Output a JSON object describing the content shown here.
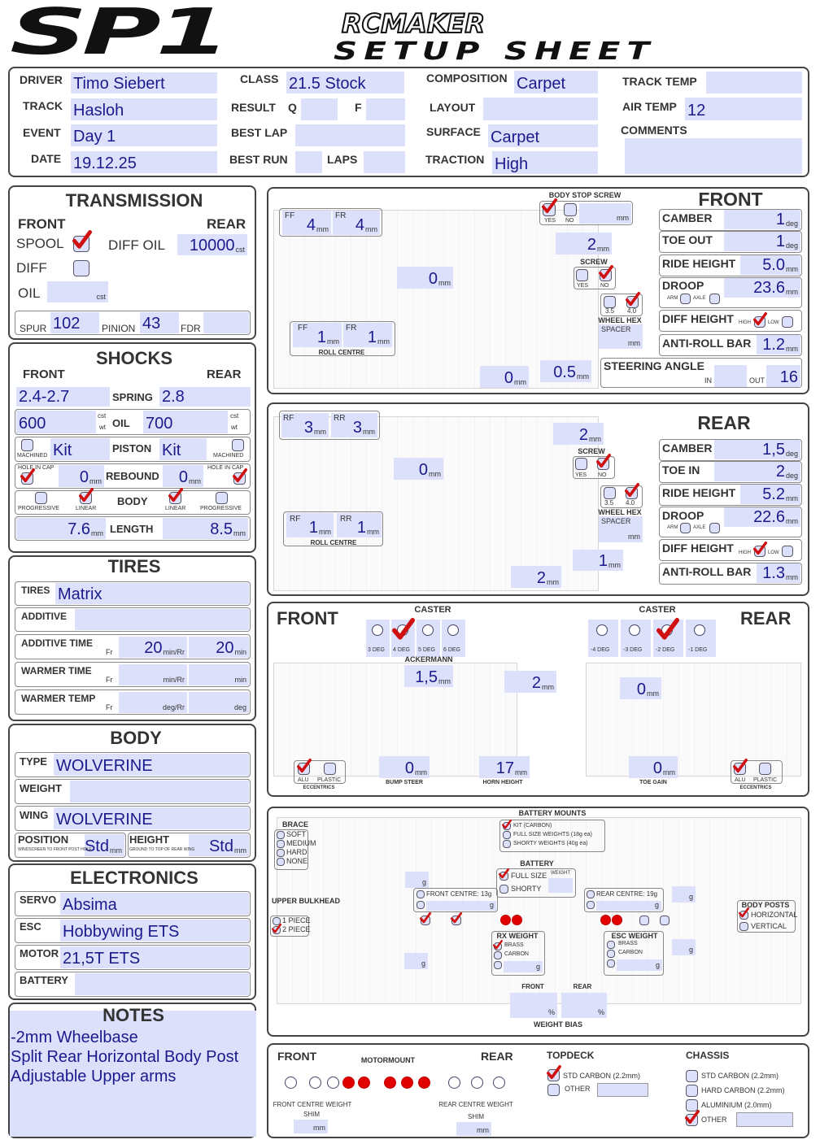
{
  "header": {
    "logo": "SP1",
    "brand": "RCMAKER",
    "title": "SETUP SHEET"
  },
  "units": {
    "mm": "mm",
    "deg": "deg",
    "cst": "cst",
    "wt": "wt",
    "g": "g",
    "pct": "%",
    "min": "min",
    "min_rr": "min/Rr",
    "deg_rr": "deg/Rr",
    "fr": "Fr",
    "in": "IN",
    "out": "OUT"
  },
  "info": {
    "driver": {
      "label": "DRIVER",
      "value": "Timo Siebert"
    },
    "track": {
      "label": "TRACK",
      "value": "Hasloh"
    },
    "event": {
      "label": "EVENT",
      "value": "Day 1"
    },
    "date": {
      "label": "DATE",
      "value": "19.12.25"
    },
    "class": {
      "label": "CLASS",
      "value": "21.5 Stock"
    },
    "result": {
      "label": "RESULT",
      "q_label": "Q",
      "q": "",
      "f_label": "F",
      "f": ""
    },
    "best_lap": {
      "label": "BEST LAP",
      "value": ""
    },
    "best_run": {
      "label": "BEST RUN",
      "value": ""
    },
    "laps": {
      "label": "LAPS",
      "value": ""
    },
    "composition": {
      "label": "COMPOSITION",
      "value": "Carpet"
    },
    "layout": {
      "label": "LAYOUT",
      "value": ""
    },
    "surface": {
      "label": "SURFACE",
      "value": "Carpet"
    },
    "traction": {
      "label": "TRACTION",
      "value": "High"
    },
    "track_temp": {
      "label": "TRACK TEMP",
      "value": ""
    },
    "air_temp": {
      "label": "AIR TEMP",
      "value": "12"
    },
    "comments": {
      "label": "COMMENTS",
      "value": ""
    }
  },
  "transmission": {
    "title": "TRANSMISSION",
    "front": "FRONT",
    "rear": "REAR",
    "spool": {
      "label": "SPOOL",
      "checked": true
    },
    "diff": {
      "label": "DIFF",
      "checked": false
    },
    "oil": {
      "label": "OIL",
      "value": ""
    },
    "diff_oil": {
      "label": "DIFF OIL",
      "value": "10000"
    },
    "spur": {
      "label": "SPUR",
      "value": "102"
    },
    "pinion": {
      "label": "PINION",
      "value": "43"
    },
    "fdr": {
      "label": "FDR",
      "value": ""
    }
  },
  "shocks": {
    "title": "SHOCKS",
    "front": "FRONT",
    "rear": "REAR",
    "spring": {
      "label": "SPRING",
      "front": "2.4-2.7",
      "rear": "2.8"
    },
    "oil": {
      "label": "OIL",
      "front": "600",
      "rear": "700"
    },
    "piston": {
      "label": "PISTON",
      "front": "Kit",
      "rear": "Kit",
      "machined": "MACHINED",
      "front_machined": false,
      "rear_machined": false
    },
    "rebound": {
      "label": "REBOUND",
      "front": "0",
      "rear": "0",
      "hole_in_cap": "HOLE IN CAP",
      "front_hole": true,
      "rear_hole": true
    },
    "body": {
      "label": "BODY",
      "progressive": "PROGRESSIVE",
      "linear": "LINEAR",
      "front_progressive": false,
      "front_linear": true,
      "rear_linear": true,
      "rear_progressive": false
    },
    "length": {
      "label": "LENGTH",
      "front": "7.6",
      "rear": "8.5"
    }
  },
  "tires": {
    "title": "TIRES",
    "tires": {
      "label": "TIRES",
      "value": "Matrix"
    },
    "additive": {
      "label": "ADDITIVE",
      "value": ""
    },
    "additive_time": {
      "label": "ADDITIVE TIME",
      "front": "20",
      "rear": "20"
    },
    "warmer_time": {
      "label": "WARMER TIME",
      "front": "",
      "rear": ""
    },
    "warmer_temp": {
      "label": "WARMER TEMP",
      "front": "",
      "rear": ""
    }
  },
  "body": {
    "title": "BODY",
    "type": {
      "label": "TYPE",
      "value": "WOLVERINE"
    },
    "weight": {
      "label": "WEIGHT",
      "value": ""
    },
    "wing": {
      "label": "WING",
      "value": "WOLVERINE"
    },
    "position": {
      "label": "POSITION",
      "sub": "WINDSCREEN TO FRONT POST HOLE",
      "value": "Std"
    },
    "height": {
      "label": "HEIGHT",
      "sub": "GROUND TO TOP OF REAR WING",
      "value": "Std"
    }
  },
  "electronics": {
    "title": "ELECTRONICS",
    "servo": {
      "label": "SERVO",
      "value": "Absima"
    },
    "esc": {
      "label": "ESC",
      "value": "Hobbywing ETS"
    },
    "motor": {
      "label": "MOTOR",
      "value": "21,5T ETS"
    },
    "battery": {
      "label": "BATTERY",
      "value": ""
    }
  },
  "notes": {
    "title": "NOTES",
    "lines": [
      "-2mm Wheelbase",
      "Split Rear Horizontal Body Post",
      "Adjustable Upper arms"
    ]
  },
  "front": {
    "title": "FRONT",
    "camber": {
      "label": "CAMBER",
      "value": "1"
    },
    "toe": {
      "label": "TOE OUT",
      "value": "1"
    },
    "ride_height": {
      "label": "RIDE HEIGHT",
      "value": "5.0"
    },
    "droop": {
      "label": "DROOP",
      "value": "23.6",
      "arm": "ARM",
      "axle": "AXLE",
      "arm_checked": false,
      "axle_checked": false
    },
    "diff_height": {
      "label": "DIFF HEIGHT",
      "high": "HIGH",
      "low": "LOW",
      "high_checked": true,
      "low_checked": false
    },
    "arb": {
      "label": "ANTI-ROLL BAR",
      "value": "1.2"
    },
    "steering": {
      "label": "STEERING ANGLE",
      "in": "",
      "out": "16"
    },
    "shock_tower": {
      "ff_label": "FF",
      "ff": "4",
      "fr_label": "FR",
      "fr": "4"
    },
    "body_stop": {
      "label": "BODY STOP SCREW",
      "yes": "YES",
      "no": "NO",
      "yes_checked": true,
      "no_checked": false,
      "value": ""
    },
    "camber_link": "2",
    "inner_link": "0",
    "screw": {
      "label": "SCREW",
      "yes": "YES",
      "no": "NO",
      "yes_checked": false,
      "no_checked": true
    },
    "hex": {
      "label": "WHEEL HEX",
      "spacer": "SPACER",
      "opt1": "3.5",
      "opt2": "4.0",
      "opt1_checked": false,
      "opt2_checked": true,
      "value": ""
    },
    "roll_centre": {
      "label": "ROLL CENTRE",
      "ff_label": "FF",
      "ff": "1",
      "fr_label": "FR",
      "fr": "1"
    },
    "lower1": "0",
    "lower2": "0.5"
  },
  "rear": {
    "title": "REAR",
    "camber": {
      "label": "CAMBER",
      "value": "1,5"
    },
    "toe": {
      "label": "TOE IN",
      "value": "2"
    },
    "ride_height": {
      "label": "RIDE HEIGHT",
      "value": "5.2"
    },
    "droop": {
      "label": "DROOP",
      "value": "22.6",
      "arm": "ARM",
      "axle": "AXLE",
      "arm_checked": false,
      "axle_checked": false
    },
    "diff_height": {
      "label": "DIFF HEIGHT",
      "high": "HIGH",
      "low": "LOW",
      "high_checked": true,
      "low_checked": false
    },
    "arb": {
      "label": "ANTI-ROLL BAR",
      "value": "1.3"
    },
    "shock_tower": {
      "rf_label": "RF",
      "rf": "3",
      "rr_label": "RR",
      "rr": "3"
    },
    "camber_link": "2",
    "inner_link": "0",
    "screw": {
      "label": "SCREW",
      "yes": "YES",
      "no": "NO",
      "yes_checked": false,
      "no_checked": true
    },
    "hex": {
      "label": "WHEEL HEX",
      "spacer": "SPACER",
      "opt1": "3.5",
      "opt2": "4.0",
      "opt1_checked": false,
      "opt2_checked": true,
      "value": ""
    },
    "roll_centre": {
      "label": "ROLL CENTRE",
      "rf_label": "RF",
      "rf": "1",
      "rr_label": "RR",
      "rr": "1"
    },
    "lower1": "1",
    "lower2": "2"
  },
  "caster": {
    "front_title": "FRONT",
    "rear_title": "REAR",
    "label": "CASTER",
    "front_options": [
      {
        "label": "3 DEG",
        "checked": false
      },
      {
        "label": "4 DEG",
        "checked": true
      },
      {
        "label": "5 DEG",
        "checked": false
      },
      {
        "label": "6 DEG",
        "checked": false
      }
    ],
    "rear_options": [
      {
        "label": "-4 DEG",
        "checked": false
      },
      {
        "label": "-3 DEG",
        "checked": false
      },
      {
        "label": "-2 DEG",
        "checked": true
      },
      {
        "label": "-1 DEG",
        "checked": false
      }
    ],
    "ackermann": {
      "label": "ACKERMANN",
      "value": "1,5"
    },
    "steer_link": "2",
    "bump_steer": {
      "label": "BUMP STEER",
      "value": "0"
    },
    "horn_height": {
      "label": "HORN HEIGHT",
      "value": "17"
    },
    "rear_link": "0",
    "toe_gain": {
      "label": "TOE GAIN",
      "value": "0"
    },
    "eccentrics": {
      "label": "ECCENTRICS",
      "alu": "ALU",
      "plastic": "PLASTIC",
      "front_alu": true,
      "front_plastic": false,
      "rear_alu": true,
      "rear_plastic": false
    }
  },
  "chassis_layout": {
    "brace": {
      "label": "BRACE",
      "options": [
        {
          "label": "SOFT",
          "checked": false
        },
        {
          "label": "MEDIUM",
          "checked": false
        },
        {
          "label": "HARD",
          "checked": false
        },
        {
          "label": "NONE",
          "checked": false
        }
      ]
    },
    "battery_mounts": {
      "label": "BATTERY MOUNTS",
      "options": [
        {
          "label": "KIT (CARBON)",
          "checked": true
        },
        {
          "label": "FULL SIZE WEIGHTS (18g ea)",
          "checked": false
        },
        {
          "label": "SHORTY WEIGHTS (40g ea)",
          "checked": false
        }
      ]
    },
    "battery": {
      "label": "BATTERY",
      "full": "FULL SIZE",
      "shorty": "SHORTY",
      "full_checked": true,
      "shorty_checked": false,
      "weight_label": "WEIGHT",
      "weight": ""
    },
    "front_centre": {
      "label": "FRONT CENTRE: 13g",
      "checked": false,
      "value": "",
      "checked2": false
    },
    "rear_centre": {
      "label": "REAR CENTRE: 19g",
      "checked": false,
      "value": "",
      "checked2": false
    },
    "upper_bulkhead": {
      "label": "UPPER BULKHEAD",
      "one": "1 PIECE",
      "two": "2 PIECE",
      "one_checked": false,
      "two_checked": true
    },
    "rx_weight": {
      "label": "RX WEIGHT",
      "brass": "BRASS",
      "carbon": "CARBON",
      "brass_checked": true,
      "carbon_checked": false,
      "other_checked": false,
      "value": ""
    },
    "esc_weight": {
      "label": "ESC WEIGHT",
      "brass": "BRASS",
      "carbon": "CARBON",
      "brass_checked": false,
      "carbon_checked": false,
      "other_checked": false,
      "value": ""
    },
    "body_posts": {
      "label": "BODY POSTS",
      "horizontal": "HORIZONTAL",
      "vertical": "VERTICAL",
      "horizontal_checked": true,
      "vertical_checked": false
    },
    "corner_weights": [
      "",
      "",
      "",
      ""
    ],
    "weight_bias": {
      "label": "WEIGHT BIAS",
      "front_label": "FRONT",
      "rear_label": "REAR",
      "front": "",
      "rear": ""
    },
    "chassis_positions": [
      true,
      true,
      false,
      false
    ]
  },
  "motormount": {
    "front": "FRONT",
    "rear": "REAR",
    "label": "MOTORMOUNT",
    "positions": [
      false,
      false,
      false,
      true,
      true,
      true,
      true,
      true,
      false,
      false,
      false
    ],
    "front_centre_weight": "FRONT CENTRE WEIGHT",
    "rear_centre_weight": "REAR CENTRE WEIGHT",
    "shim": "SHIM",
    "front_shim": "",
    "rear_shim": ""
  },
  "topdeck": {
    "label": "TOPDECK",
    "std": "STD CARBON (2.2mm)",
    "other": "OTHER",
    "std_checked": true,
    "other_checked": false,
    "other_value": ""
  },
  "chassis": {
    "label": "CHASSIS",
    "options": [
      {
        "label": "STD CARBON (2.2mm)",
        "checked": false
      },
      {
        "label": "HARD CARBON (2.2mm)",
        "checked": false
      },
      {
        "label": "ALUMINIUM (2.0mm)",
        "checked": false
      },
      {
        "label": "OTHER",
        "checked": true
      }
    ],
    "other_value": ""
  },
  "colors": {
    "field": "#dde0fb",
    "value_text": "#1a1a8c",
    "check": "#d01010"
  }
}
